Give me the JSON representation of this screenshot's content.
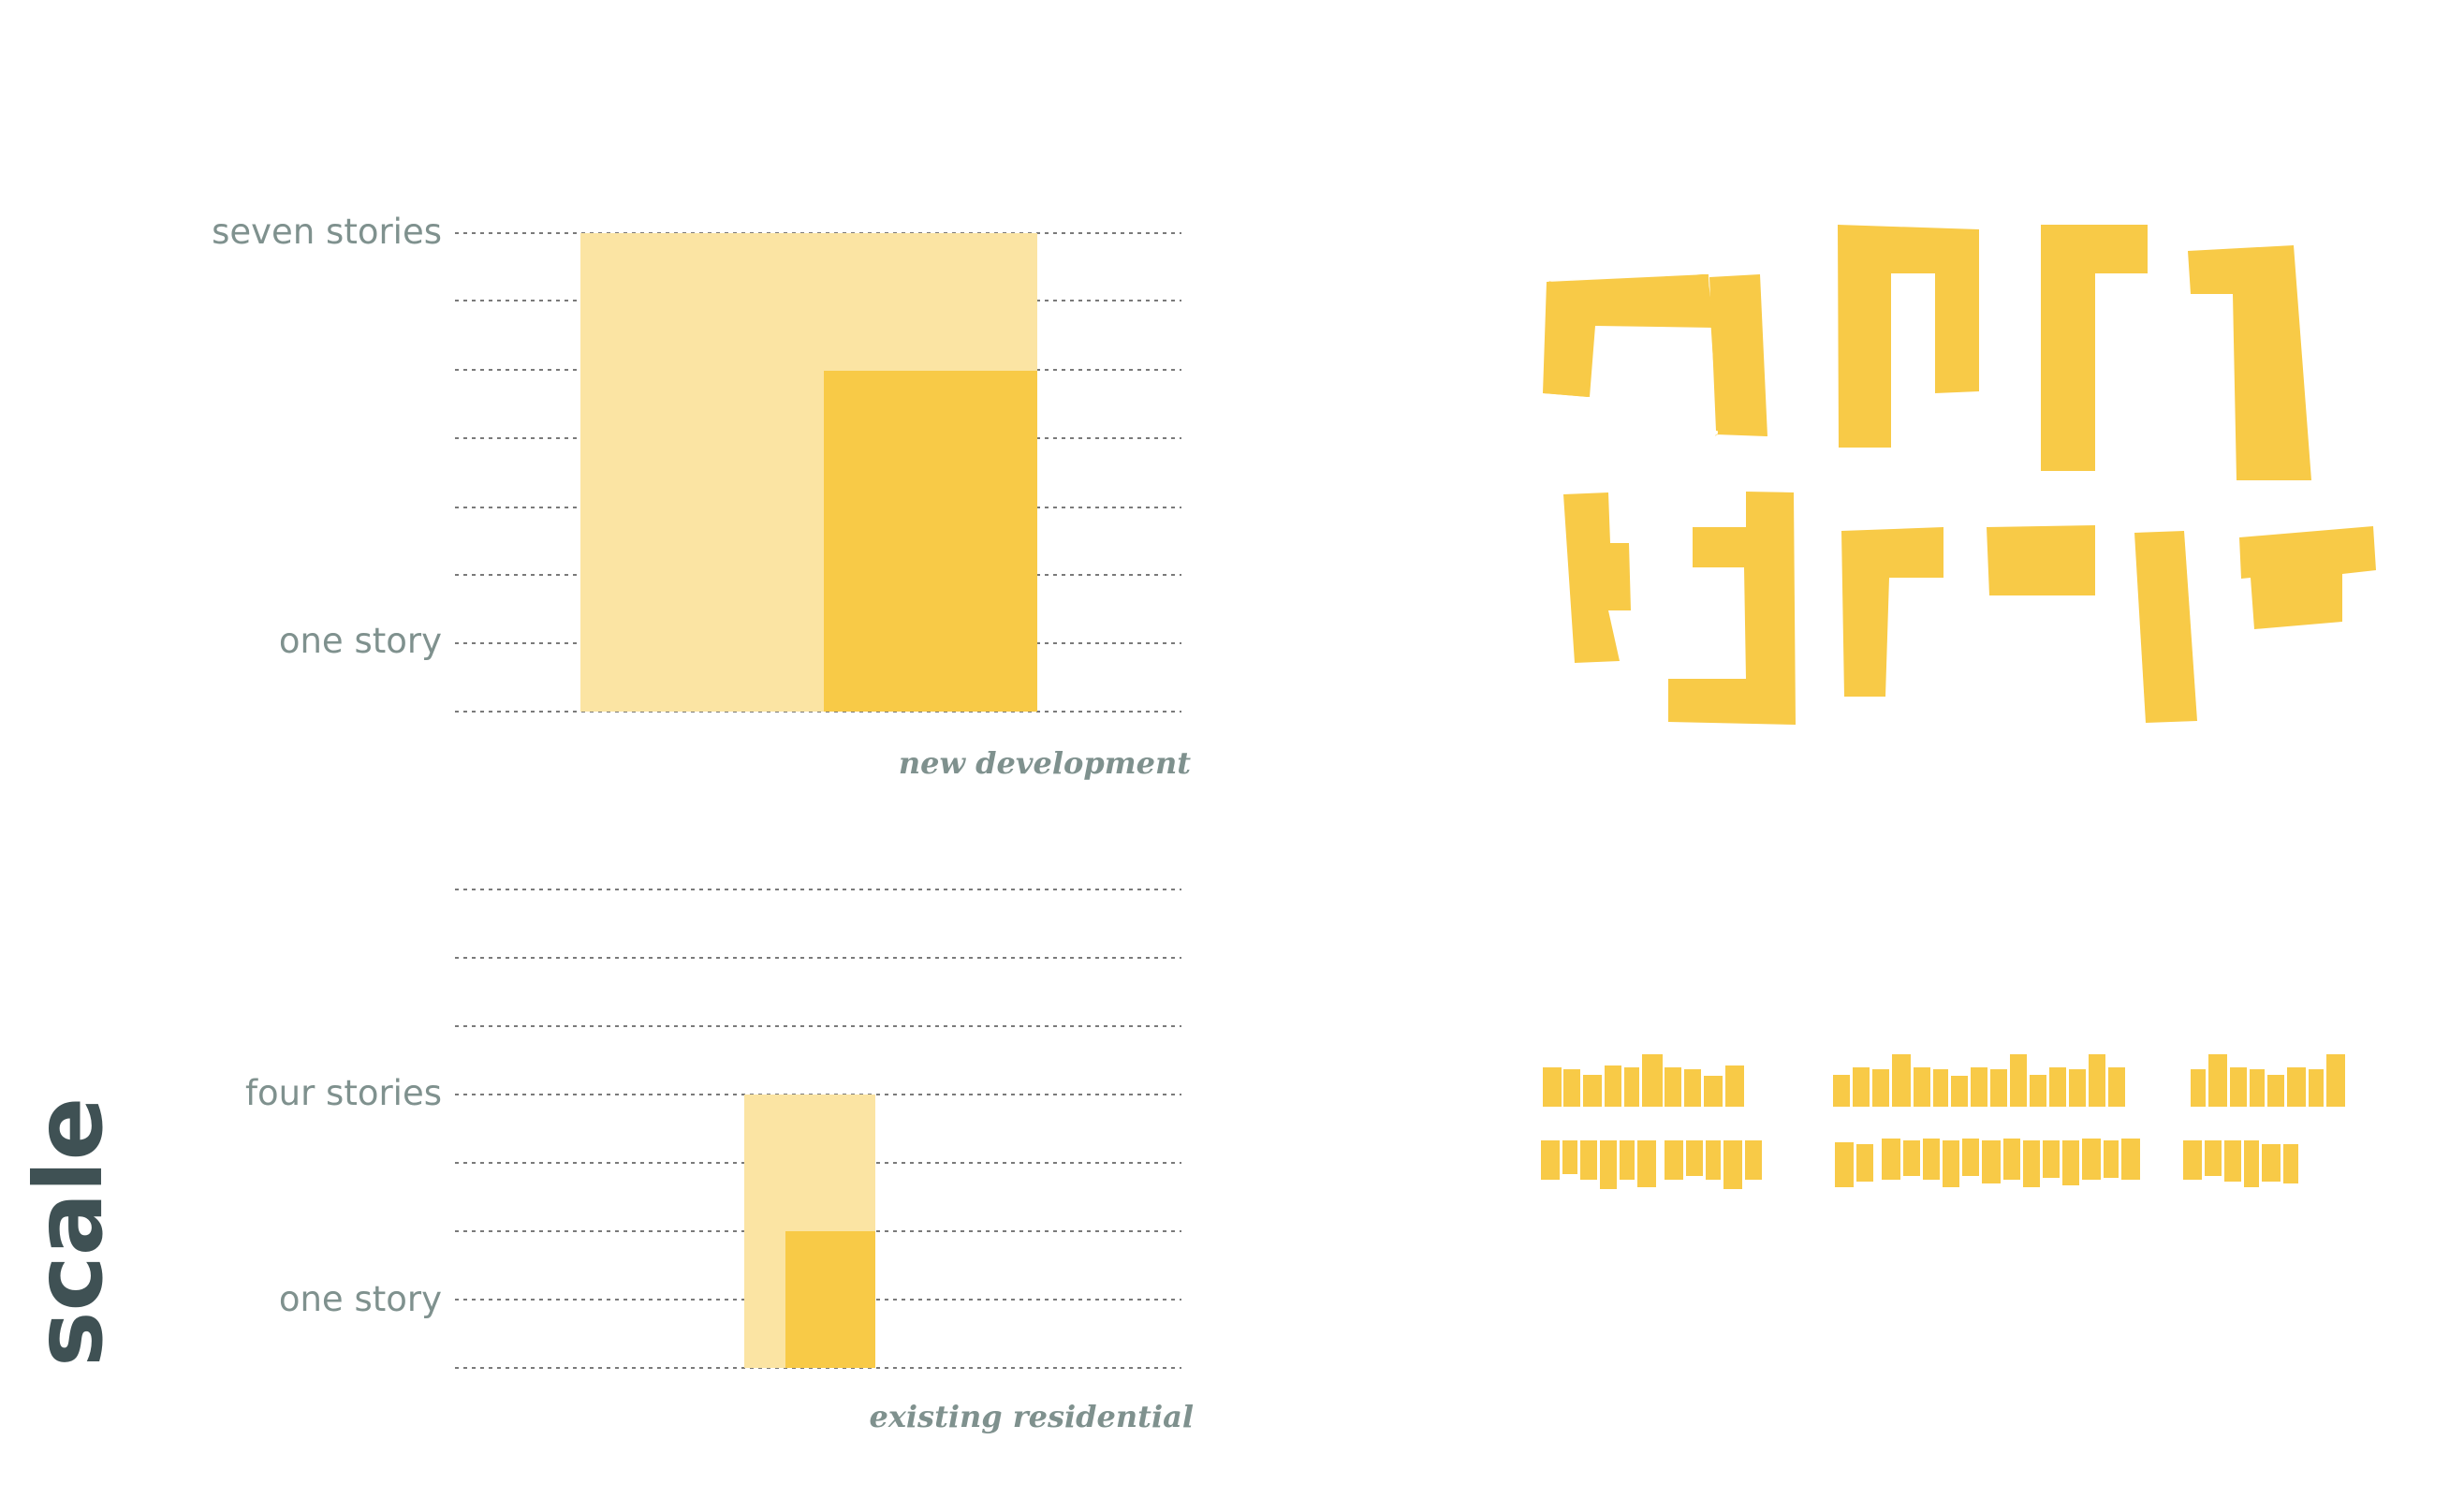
{
  "side_title": "scale",
  "colors": {
    "pale": "#fbe4a3",
    "solid": "#f8ca47",
    "label": "#7f918e",
    "title": "#3f5154",
    "grid": "#7a7a7a"
  },
  "diagrams": [
    {
      "caption": "new development",
      "labels": {
        "top": "seven stories",
        "bottom": "one story"
      }
    },
    {
      "caption": "existing residential",
      "labels": {
        "top": "four stories",
        "bottom": "one story"
      }
    }
  ],
  "plan_blocks": {
    "description_icons": [
      "footprint-shape"
    ]
  }
}
